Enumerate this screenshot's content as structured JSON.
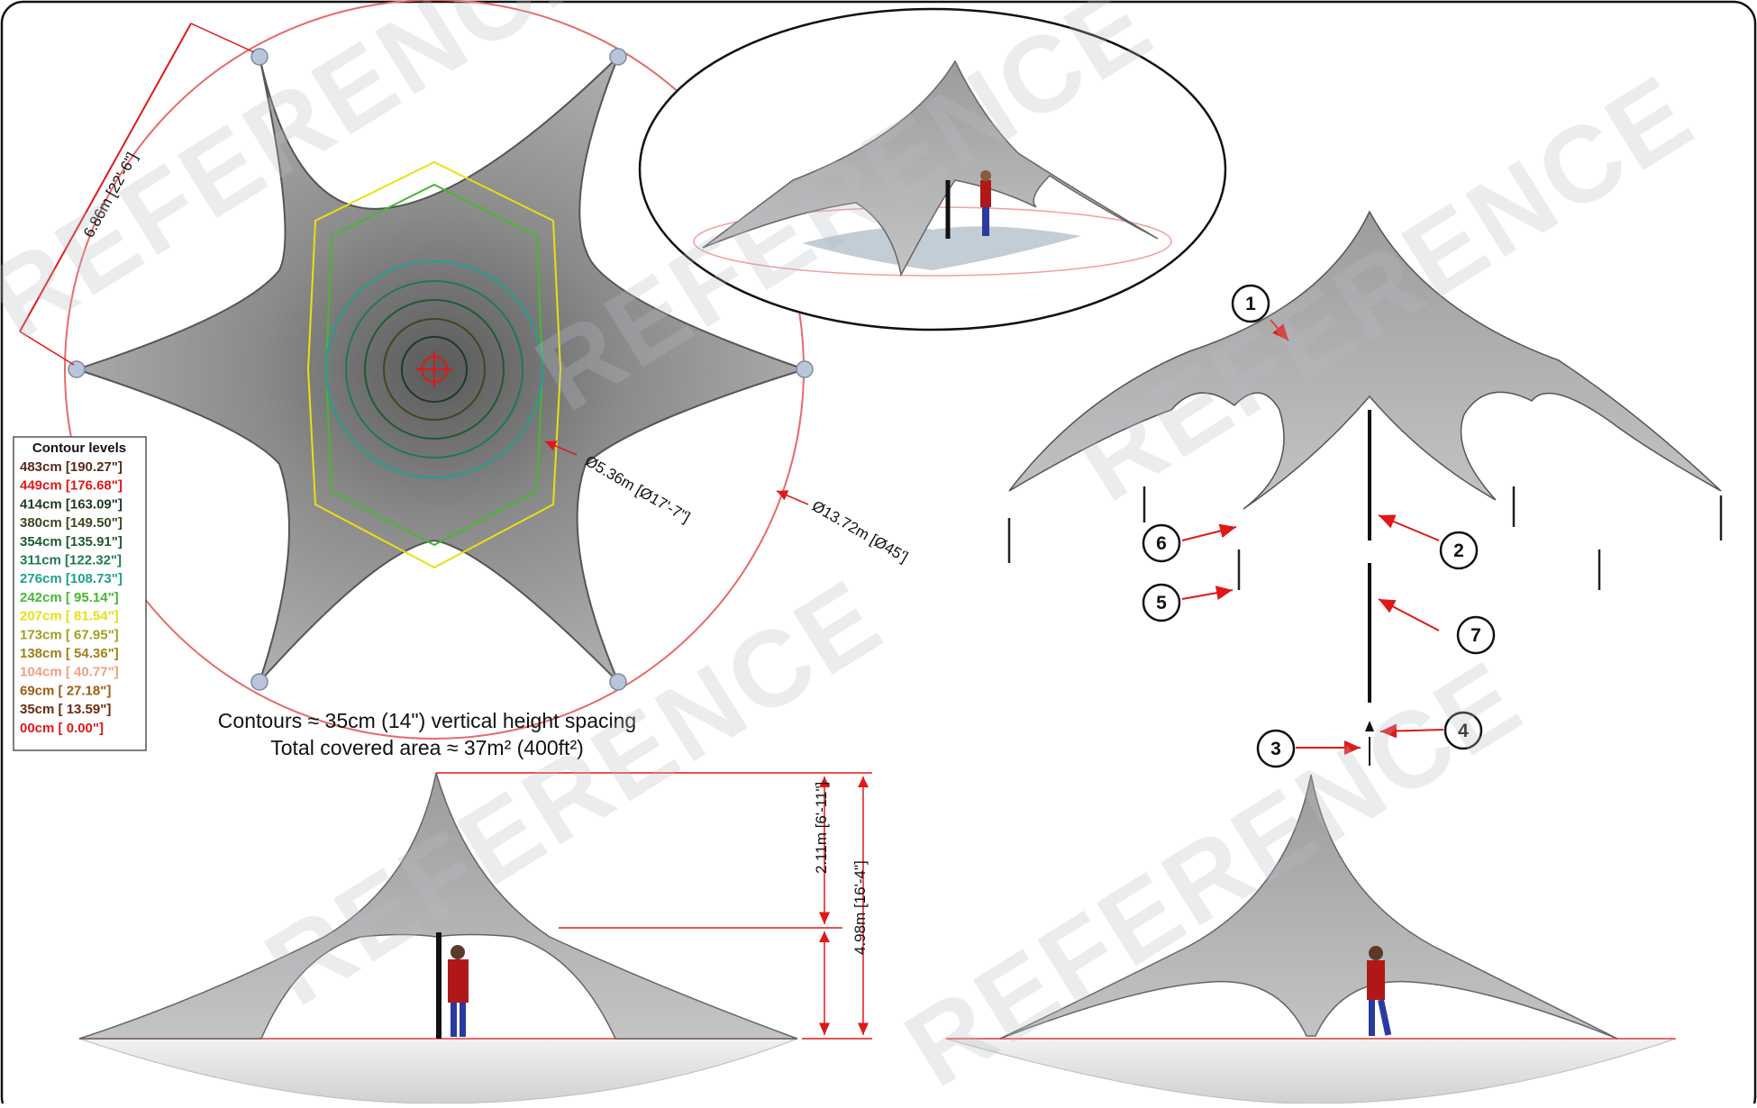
{
  "watermark": "REFERENCE",
  "dimensions": {
    "arm_length": "6.86m [22'-6\"]",
    "inner_diameter": "Ø5.36m [Ø17'-7\"]",
    "outer_diameter": "Ø13.72m [Ø45']",
    "side_height": "2.11m [6'-11\"]",
    "total_height": "4.98m [16'-4\"]"
  },
  "legend": {
    "title": "Contour levels",
    "rows": [
      {
        "label": "483cm [190.27\"]",
        "color": "#5a2a18"
      },
      {
        "label": "449cm [176.68\"]",
        "color": "#e01818"
      },
      {
        "label": "414cm [163.09\"]",
        "color": "#1e3a24"
      },
      {
        "label": "380cm [149.50\"]",
        "color": "#3a4a1e"
      },
      {
        "label": "354cm [135.91\"]",
        "color": "#1f5a34"
      },
      {
        "label": "311cm [122.32\"]",
        "color": "#1e7a4e"
      },
      {
        "label": "276cm [108.73\"]",
        "color": "#20a090"
      },
      {
        "label": "242cm [  95.14\"]",
        "color": "#46b830"
      },
      {
        "label": "207cm [  81.54\"]",
        "color": "#e8e010"
      },
      {
        "label": "173cm [  67.95\"]",
        "color": "#a0a020"
      },
      {
        "label": "138cm [  54.36\"]",
        "color": "#a08018"
      },
      {
        "label": "104cm [  40.77\"]",
        "color": "#f0a080"
      },
      {
        "label": "69cm [  27.18\"]",
        "color": "#a05a10"
      },
      {
        "label": "35cm [  13.59\"]",
        "color": "#6a2a10"
      },
      {
        "label": "00cm [    0.00\"]",
        "color": "#e01818"
      }
    ]
  },
  "notes": {
    "spacing": "Contours ≈ 35cm (14\") vertical height spacing",
    "area": "Total covered area ≈ 37m² (400ft²)"
  },
  "callouts": [
    "1",
    "2",
    "3",
    "4",
    "5",
    "6",
    "7"
  ]
}
